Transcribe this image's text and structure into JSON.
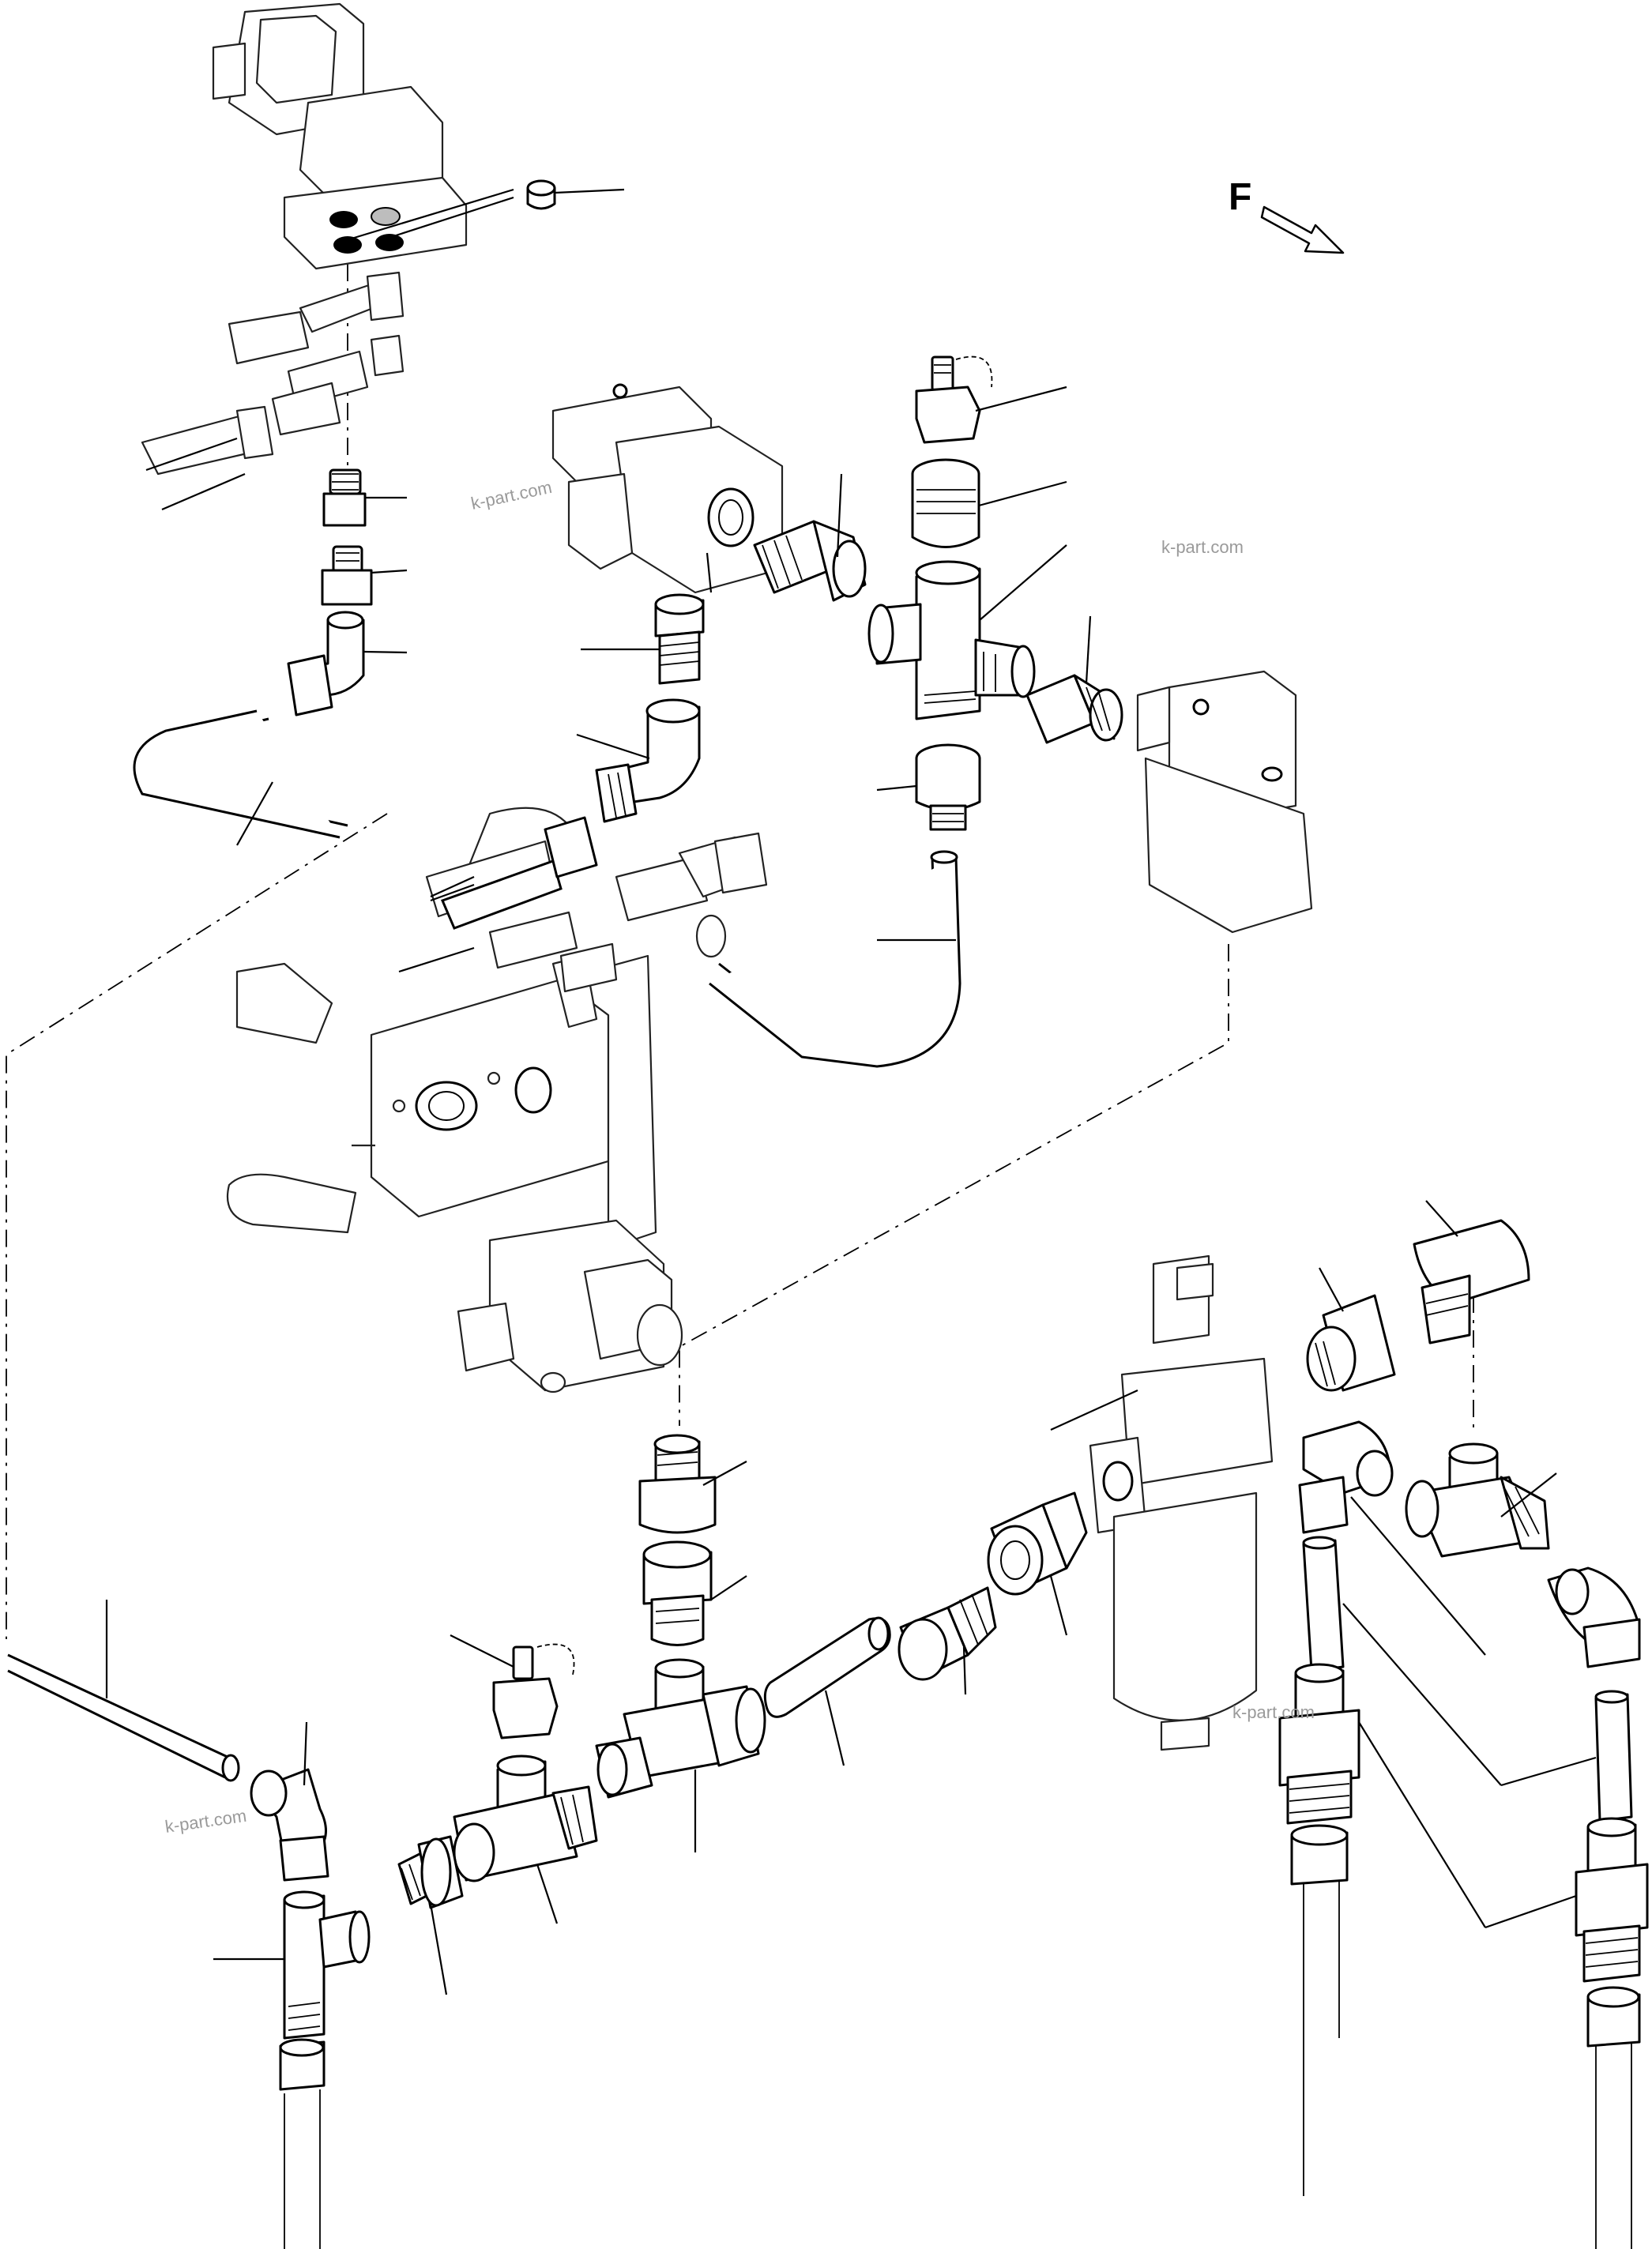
{
  "diagram": {
    "direction_label": "F",
    "watermarks": [
      "k-part.com",
      "k-part.com",
      "k-part.com",
      "k-part.com"
    ],
    "colors": {
      "line": "#000000",
      "background": "#ffffff",
      "watermark": "#9a9a9a",
      "port_plug_light": "#bdbdbd"
    }
  }
}
